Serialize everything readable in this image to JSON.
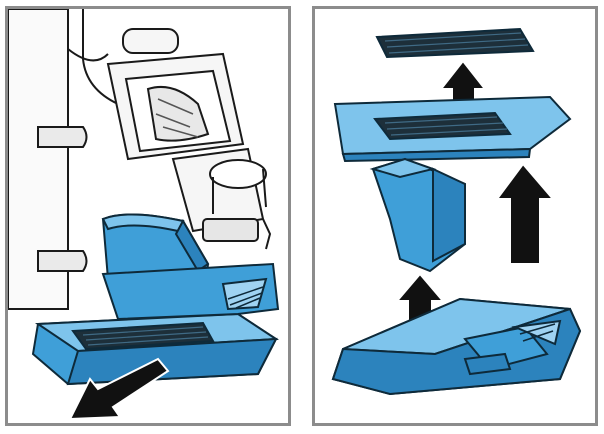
{
  "figure": {
    "panels": [
      {
        "id": "remove-drip-tray",
        "arrows": [
          "down-left"
        ]
      },
      {
        "id": "disassemble-tray",
        "arrows": [
          "up",
          "up",
          "up"
        ]
      }
    ]
  },
  "colors": {
    "tray_blue": "#3f9fd8",
    "tray_blue_dark": "#1f6fa3",
    "tray_blue_light": "#7ec4ec",
    "outline": "#0e2a3a",
    "arrow": "#111111",
    "panel_border": "#8c8c8c",
    "machine_gray": "#f2f2f2"
  }
}
